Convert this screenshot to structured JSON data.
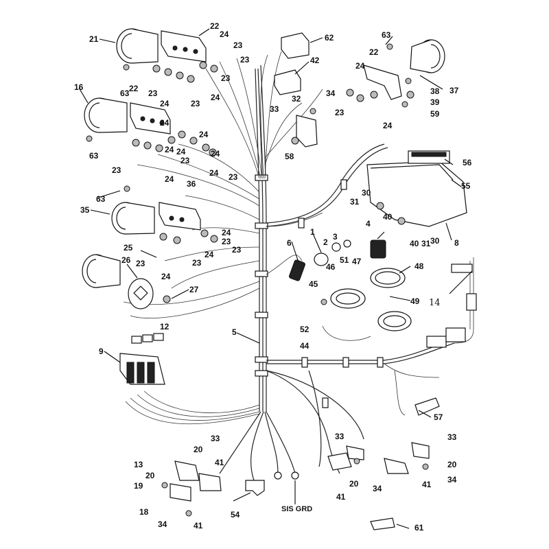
{
  "callouts": {
    "c1": "1",
    "c2": "2",
    "c3": "3",
    "c4": "4",
    "c5": "5",
    "c6": "6",
    "c8": "8",
    "c9": "9",
    "c12": "12",
    "c13": "13",
    "c14": "14",
    "c16": "16",
    "c18": "18",
    "c19": "19",
    "c20a": "20",
    "c20b": "20",
    "c20c": "20",
    "c20d": "20",
    "c21": "21",
    "c22a": "22",
    "c22b": "22",
    "c22c": "22",
    "c23a": "23",
    "c23b": "23",
    "c23c": "23",
    "c23d": "23",
    "c23e": "23",
    "c23f": "23",
    "c23g": "23",
    "c23h": "23",
    "c23i": "23",
    "c23j": "23",
    "c23k": "23",
    "c23l": "23",
    "c23m": "23",
    "c24a": "24",
    "c24b": "24",
    "c24c": "24",
    "c24d": "24",
    "c24e": "24",
    "c24f": "24",
    "c24g": "24",
    "c24h": "24",
    "c24i": "24",
    "c24j": "24",
    "c24k": "24",
    "c24l": "24",
    "c24m": "24",
    "c24n": "24",
    "c24o": "24",
    "c25": "25",
    "c26": "26",
    "c27": "27",
    "c30a": "30",
    "c30b": "30",
    "c31a": "31",
    "c31b": "31",
    "c32": "32",
    "c33a": "33",
    "c33b": "33",
    "c33c": "33",
    "c33d": "33",
    "c34a": "34",
    "c34b": "34",
    "c34c": "34",
    "c34d": "34",
    "c35": "35",
    "c36": "36",
    "c37": "37",
    "c38": "38",
    "c39": "39",
    "c40a": "40",
    "c40b": "40",
    "c41a": "41",
    "c41b": "41",
    "c41c": "41",
    "c41d": "41",
    "c42": "42",
    "c44": "44",
    "c45": "45",
    "c46": "46",
    "c47": "47",
    "c48": "48",
    "c49": "49",
    "c51": "51",
    "c52": "52",
    "c54": "54",
    "c55": "55",
    "c56": "56",
    "c57": "57",
    "c58": "58",
    "c59": "59",
    "c61": "61",
    "c62": "62",
    "c63a": "63",
    "c63b": "63",
    "c63c": "63",
    "c63d": "63",
    "sis_grd": "SIS GRD"
  }
}
